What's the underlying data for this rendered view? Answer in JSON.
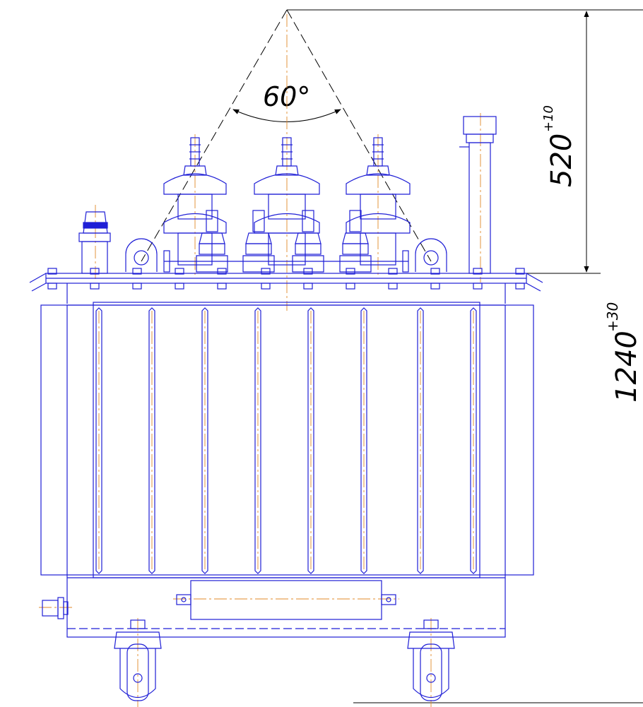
{
  "annotations": {
    "angle_label": "60°",
    "top_dimension_value": "520",
    "top_dimension_tolerance": "+10",
    "height_dimension_value": "1240",
    "height_dimension_tolerance": "+30"
  },
  "colors": {
    "outline": "#1f1fd6",
    "centerline": "#e08a2a",
    "dimension": "#000000",
    "background": "#ffffff"
  }
}
